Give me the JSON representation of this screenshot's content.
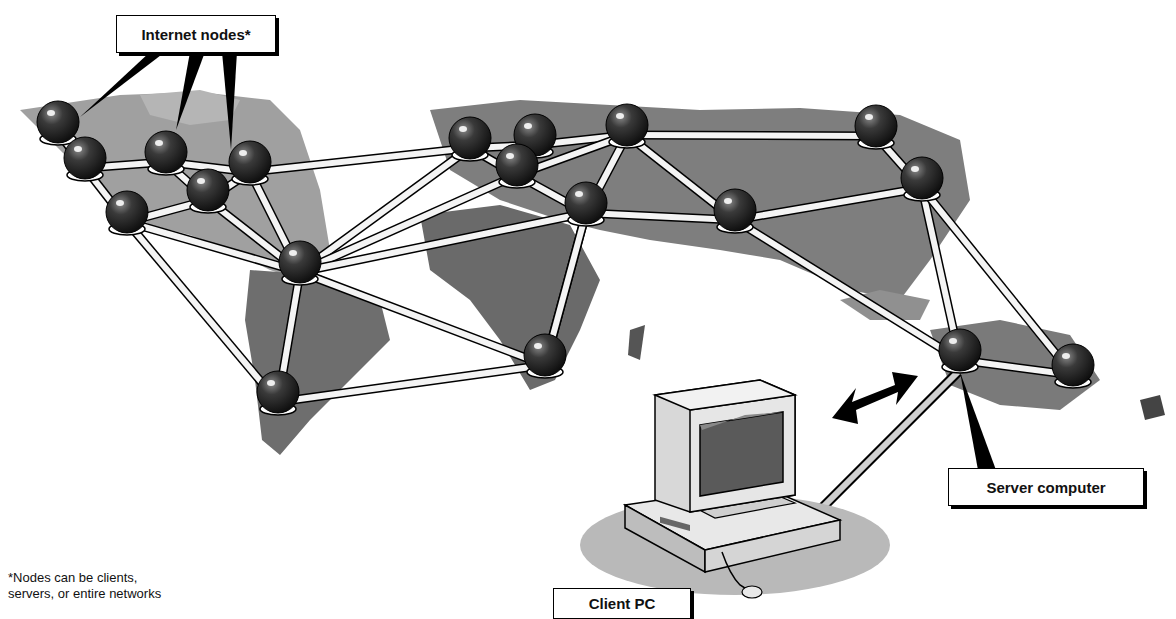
{
  "diagram": {
    "nodes": [
      {
        "text": [
          "Internet nodes*"
        ]
      },
      {
        "text": [
          "Server computer"
        ]
      },
      {
        "text": [
          "Client PC"
        ]
      }
    ],
    "labels": [
      "*Nodes can be clients, servers, or entire networks"
    ]
  }
}
